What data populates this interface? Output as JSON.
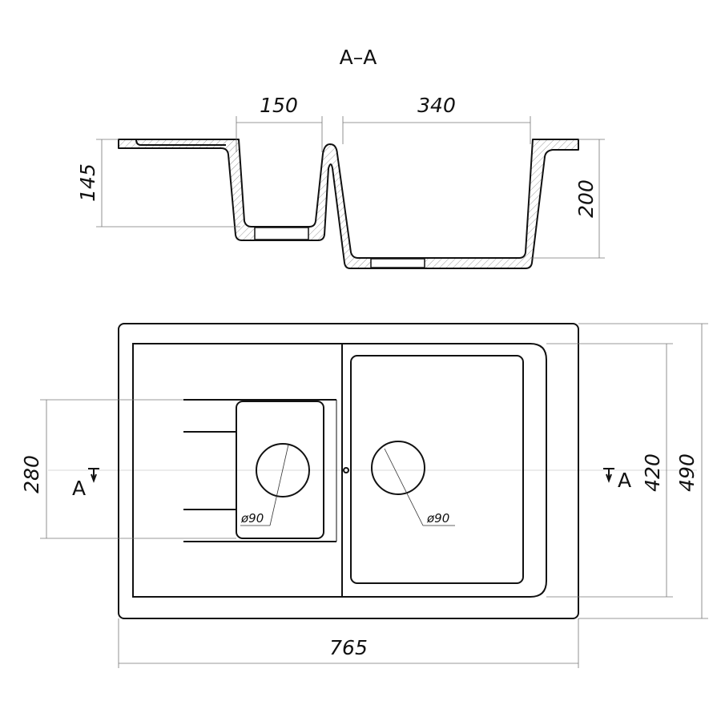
{
  "section_title": "A–A",
  "section": {
    "dim_small_bowl_width": "150",
    "dim_large_bowl_width": "340",
    "dim_small_bowl_depth": "145",
    "dim_large_bowl_depth": "200"
  },
  "plan": {
    "dim_small_bowl_length": "280",
    "dim_inner_width": "420",
    "dim_overall_width": "490",
    "dim_overall_length": "765",
    "drain_small_label": "ø90",
    "drain_large_label": "ø90",
    "section_mark_left": "A",
    "section_mark_right": "A"
  },
  "colors": {
    "line": "#111111",
    "hatch": "#999999"
  }
}
